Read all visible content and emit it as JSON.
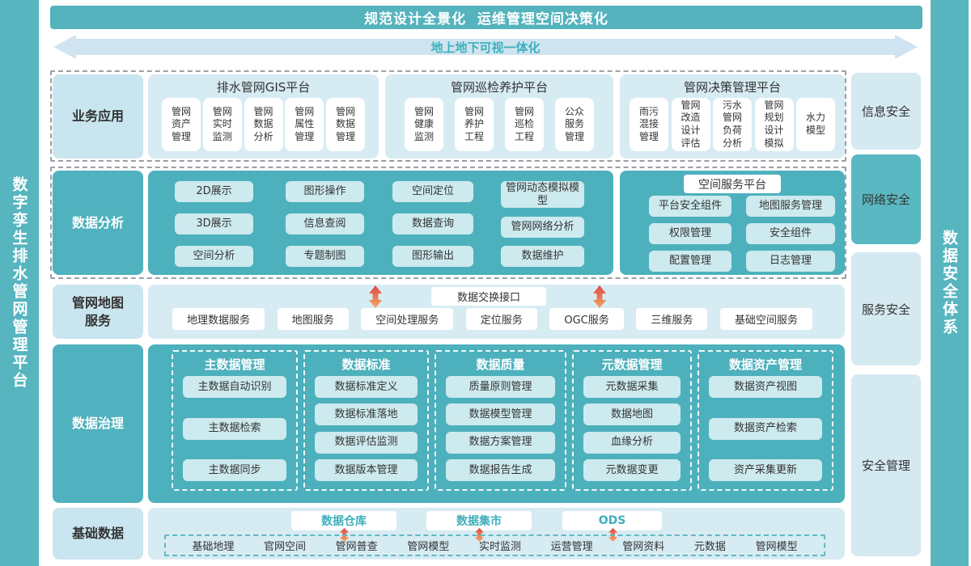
{
  "banner": {
    "title": "规范设计全景化  运维管理空间决策化"
  },
  "arrow_banner": {
    "label": "地上地下可视一体化"
  },
  "side_bars": {
    "left": "数字孪生排水管网管理平台",
    "right": "数据安全体系"
  },
  "security": {
    "items": [
      "信息安全",
      "网络安全",
      "服务安全",
      "安全管理"
    ]
  },
  "business": {
    "label": "业务应用",
    "groups": [
      {
        "title": "排水管网GIS平台",
        "items": [
          "管网资产管理",
          "管网实时监测",
          "管网数据分析",
          "管网属性管理",
          "管网数据管理"
        ]
      },
      {
        "title": "管网巡检养护平台",
        "items": [
          "管网健康监测",
          "管网养护工程",
          "管网巡检工程",
          "公众服务管理"
        ]
      },
      {
        "title": "管网决策管理平台",
        "items": [
          "雨污混接管理",
          "管网改造设计评估",
          "污水管网负荷分析",
          "管网规划设计模拟",
          "水力模型"
        ]
      }
    ]
  },
  "analysis": {
    "label": "数据分析",
    "functions": [
      [
        "2D展示",
        "3D展示",
        "空间分析"
      ],
      [
        "图形操作",
        "信息查阅",
        "专题制图"
      ],
      [
        "空间定位",
        "数据查询",
        "图形输出"
      ],
      [
        "管网动态模拟模型",
        "管网网络分析",
        "数据维护"
      ]
    ],
    "spatial_platform": {
      "title": "空间服务平台",
      "columns": [
        [
          "平台安全组件",
          "权限管理",
          "配置管理"
        ],
        [
          "地图服务管理",
          "安全组件",
          "日志管理"
        ]
      ]
    }
  },
  "map_service": {
    "label": "管网地图服务",
    "exchange": "数据交换接口",
    "services": [
      "地理数据服务",
      "地图服务",
      "空间处理服务",
      "定位服务",
      "OGC服务",
      "三维服务",
      "基础空间服务"
    ]
  },
  "governance": {
    "label": "数据治理",
    "columns": [
      {
        "title": "主数据管理",
        "items": [
          "主数据自动识别",
          "主数据检索",
          "主数据同步"
        ]
      },
      {
        "title": "数据标准",
        "items": [
          "数据标准定义",
          "数据标准落地",
          "数据评估监测",
          "数据版本管理"
        ]
      },
      {
        "title": "数据质量",
        "items": [
          "质量原则管理",
          "数据模型管理",
          "数据方案管理",
          "数据报告生成"
        ]
      },
      {
        "title": "元数据管理",
        "items": [
          "元数据采集",
          "数据地图",
          "血缘分析",
          "元数据变更"
        ]
      },
      {
        "title": "数据资产管理",
        "items": [
          "数据资产视图",
          "数据资产检索",
          "资产采集更新"
        ]
      }
    ]
  },
  "base_data": {
    "label": "基础数据",
    "stores": [
      "数据仓库",
      "数据集市",
      "ODS"
    ],
    "sources": [
      "基础地理",
      "官网空间",
      "管网普查",
      "管网模型",
      "实时监测",
      "运营管理",
      "管网资料",
      "元数据",
      "管网模型"
    ]
  },
  "colors": {
    "teal_bar": "#57b5c0",
    "teal_panel": "#4db1bd",
    "light_panel": "#d7ebf3",
    "light_box": "#cdeaee",
    "label_light": "#c9e5ef",
    "accent_text": "#3fafbc",
    "arrow_red": "#dd4b49",
    "arrow_orange": "#f6a55e"
  }
}
